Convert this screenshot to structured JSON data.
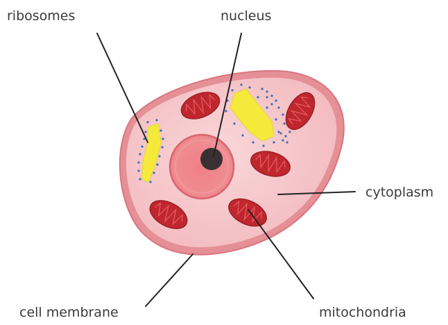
{
  "labels": {
    "ribosomes": "ribosomes",
    "nucleus": "nucleus",
    "cytoplasm": "cytoplasm",
    "cell_membrane": "cell membrane",
    "mitochondria": "mitochondria"
  },
  "colors": {
    "membrane": "#e89aa0",
    "cytoplasm": "#f6c9cc",
    "nucleus": "#ee8e94",
    "nucleolus": "#3a3031",
    "mitochondria": "#c0262d",
    "er": "#f5ea3c",
    "ribosome_dots": "#3a6db5",
    "leader": "#222222"
  }
}
